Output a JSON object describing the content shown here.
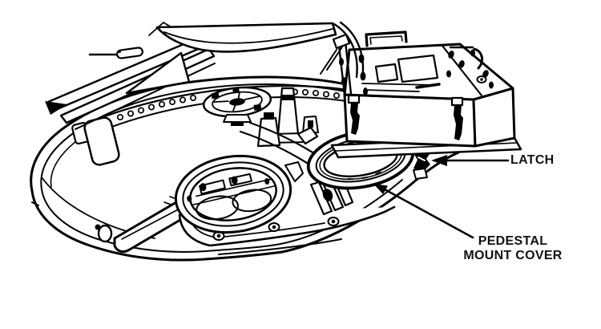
{
  "figure": {
    "background_color": "#ffffff",
    "ink_color": "#000000",
    "description": "Black-and-white technical line illustration of a turret platform assembly in perspective: large oval platform ring with toothed race, open pedestal mount ring at left on a bolted base plate, pedestal mount cover with latch at center right, electronics control box at upper right, hatch panel and strut assembly at upper left."
  },
  "callouts": {
    "latch": {
      "label": "LATCH",
      "arrow_direction": "left"
    },
    "pedestal_mount_cover": {
      "line1": "PEDESTAL",
      "line2": "MOUNT COVER",
      "arrow_direction": "up-left"
    }
  }
}
